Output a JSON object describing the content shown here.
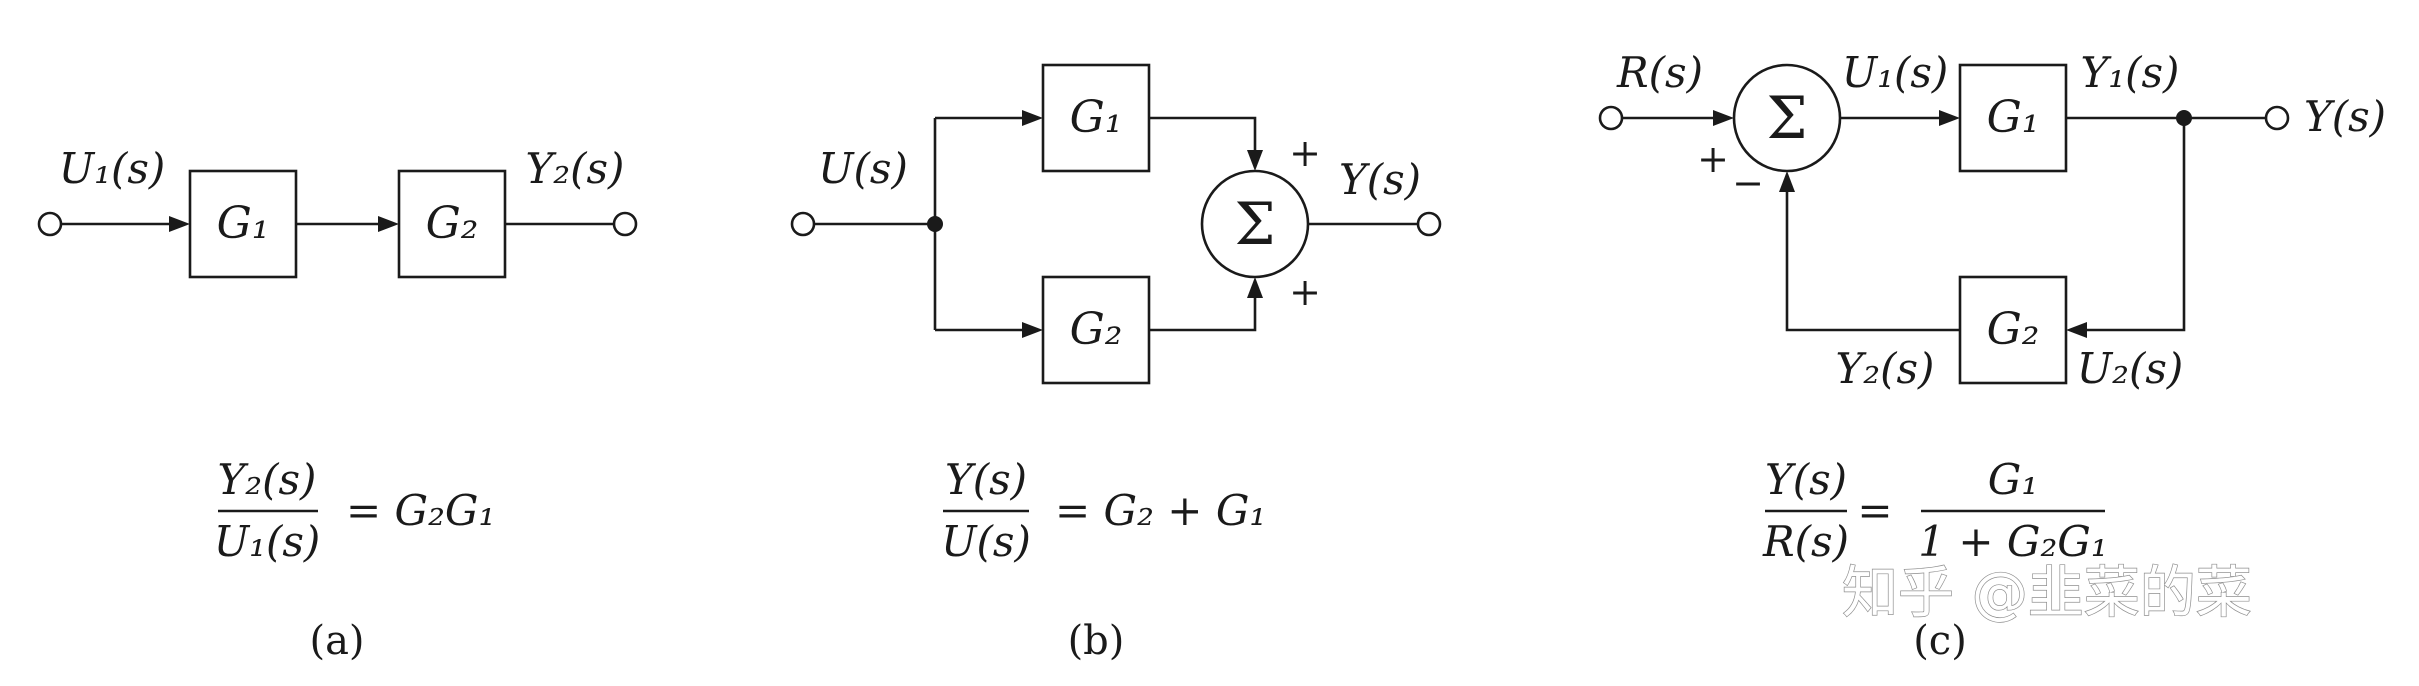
{
  "diagram_a": {
    "input": "U₁(s)",
    "block1": "G₁",
    "block2": "G₂",
    "output": "Y₂(s)",
    "eq_num": "Y₂(s)",
    "eq_den": "U₁(s)",
    "eq_rhs": "= G₂G₁",
    "caption": "(a)"
  },
  "diagram_b": {
    "input": "U(s)",
    "block1": "G₁",
    "block2": "G₂",
    "sum": "Σ",
    "sign_top": "+",
    "sign_bottom": "+",
    "output": "Y(s)",
    "eq_num": "Y(s)",
    "eq_den": "U(s)",
    "eq_rhs": "= G₂ + G₁",
    "caption": "(b)"
  },
  "diagram_c": {
    "input": "R(s)",
    "sum": "Σ",
    "sign_plus": "+",
    "sign_minus": "−",
    "u1": "U₁(s)",
    "block1": "G₁",
    "y1": "Y₁(s)",
    "output": "Y(s)",
    "block2": "G₂",
    "y2": "Y₂(s)",
    "u2": "U₂(s)",
    "eq_num": "Y(s)",
    "eq_den": "R(s)",
    "eq_eq": "=",
    "eq_rhs_num": "G₁",
    "eq_rhs_den": "1 + G₂G₁",
    "caption": "(c)"
  },
  "watermark": "知乎 @韭菜的菜"
}
